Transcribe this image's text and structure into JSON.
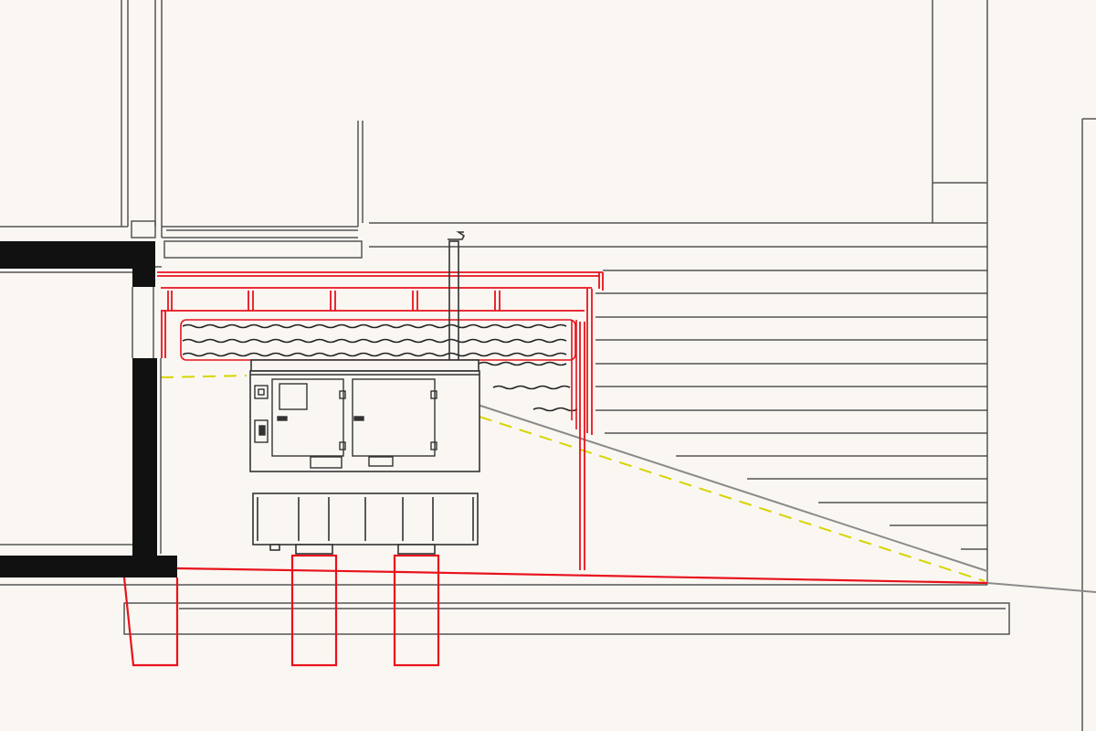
{
  "drawing": {
    "kind": "architectural-section",
    "background_color": "#faf7f3",
    "colors": {
      "existing_linework": "#555555",
      "light_linework": "#8a8a8a",
      "new_work": "#e8121b",
      "slab_fill": "#111111",
      "dashed_outline": "#d8d400"
    },
    "elements": [
      "upper-building-wall",
      "upper-right-wall",
      "concrete-slab-wall",
      "steel-canopy-frame",
      "canopy-tube-bundles",
      "exhaust-flue",
      "diesel-generator-enclosure",
      "control-panel",
      "access-doors",
      "generator-base",
      "concrete-pedestals",
      "sloped-ground-line",
      "dashed-excavation-outline",
      "stepped-earth-hatching",
      "foundation-slab",
      "right-boundary-wall"
    ]
  }
}
